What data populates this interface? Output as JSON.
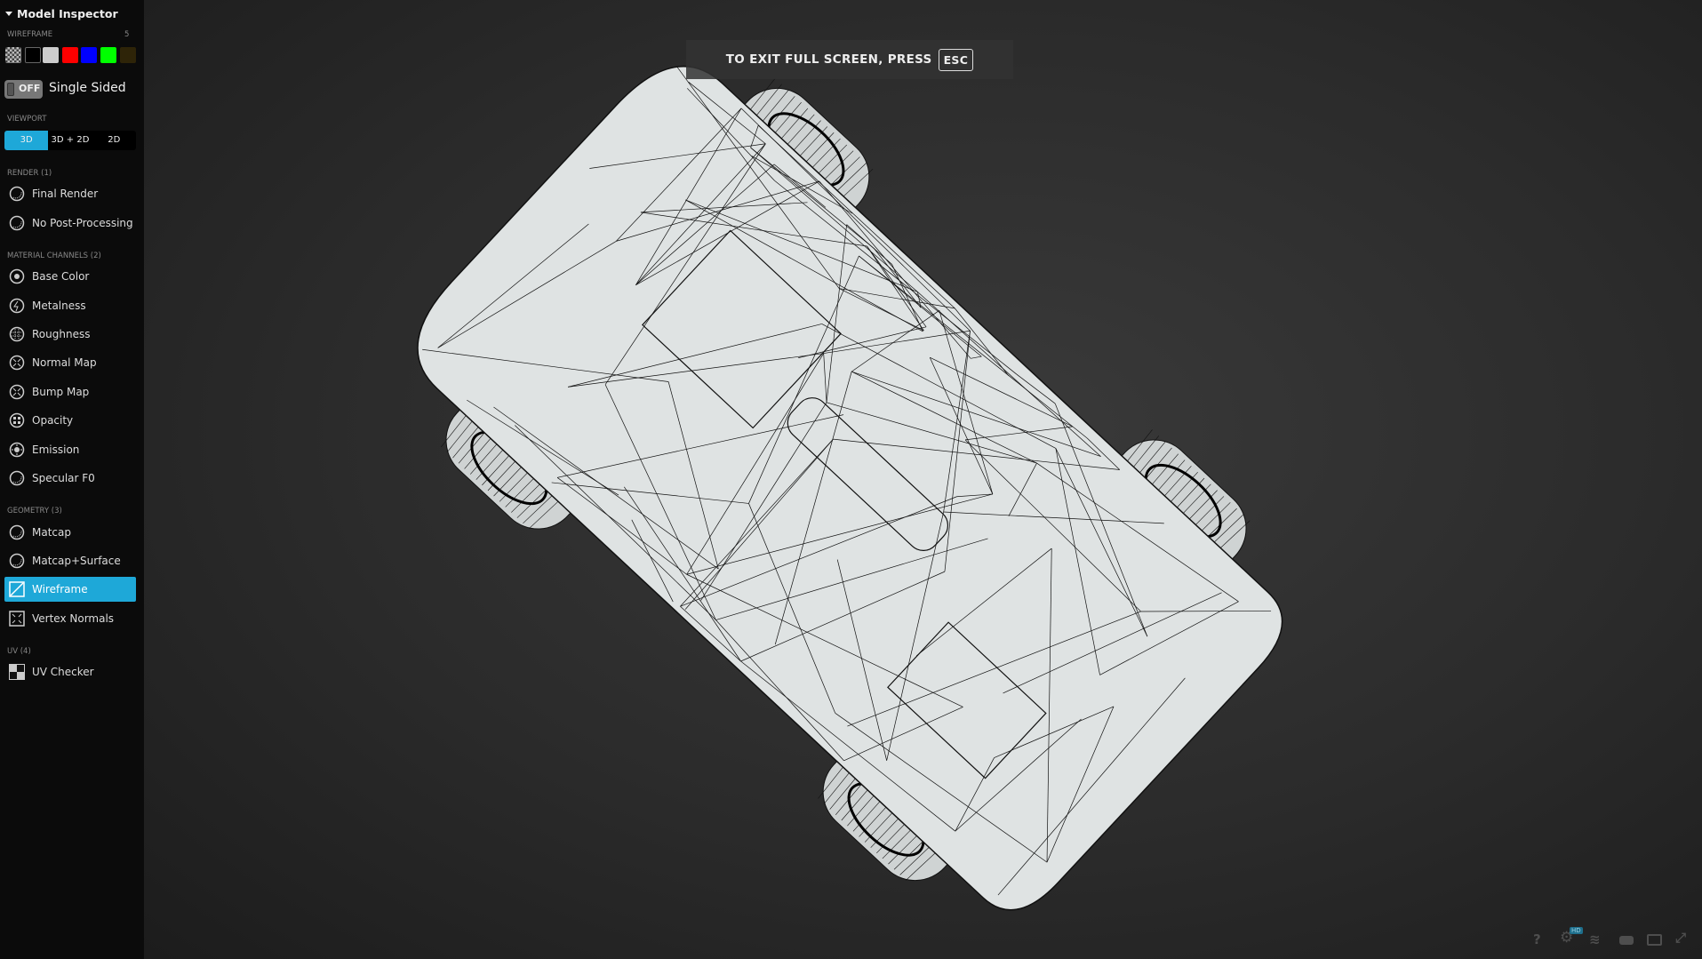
{
  "sidebar": {
    "title": "Model Inspector",
    "wireframe_label": "WIREFRAME",
    "wireframe_value": "5",
    "swatches": [
      "checker",
      "#000000",
      "#cccccc",
      "#ff0000",
      "#0000ff",
      "#00ff00",
      "#2e2408"
    ],
    "single_sided": {
      "state": "OFF",
      "label": "Single Sided"
    },
    "viewport_label": "VIEWPORT",
    "viewport_options": [
      "3D",
      "3D + 2D",
      "2D"
    ],
    "viewport_selected": "3D",
    "render_label": "RENDER (1)",
    "render_items": [
      "Final Render",
      "No Post-Processing"
    ],
    "material_label": "MATERIAL CHANNELS (2)",
    "material_items": [
      "Base Color",
      "Metalness",
      "Roughness",
      "Normal Map",
      "Bump Map",
      "Opacity",
      "Emission",
      "Specular F0"
    ],
    "geometry_label": "GEOMETRY (3)",
    "geometry_items": [
      "Matcap",
      "Matcap+Surface",
      "Wireframe",
      "Vertex Normals"
    ],
    "geometry_selected": "Wireframe",
    "uv_label": "UV (4)",
    "uv_items": [
      "UV Checker"
    ]
  },
  "fullscreen_notice": {
    "text": "TO EXIT FULL SCREEN, PRESS",
    "key": "ESC"
  },
  "toolbar": {
    "hd_badge": "HD",
    "help": "?"
  },
  "colors": {
    "accent": "#1ea8d8",
    "sidebar_bg": "#0b0b0b",
    "mesh_fill": "#dfe3e3"
  }
}
